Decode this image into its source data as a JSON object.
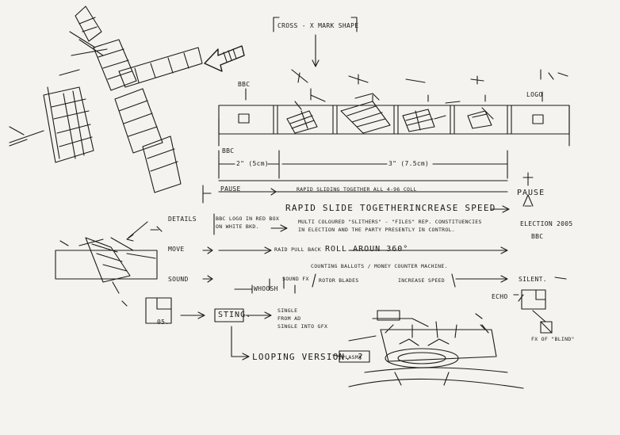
{
  "top_note": "CROSS - X MARK SHAPE",
  "bbc_label": "BBC",
  "logo_label": "LOGO",
  "dim_left": "2\" (5cm)",
  "dim_right": "3\" (7.5cm)",
  "rows": {
    "pause_left": "PAUSE",
    "rapid_sliding": "RAPID SLIDING TOGETHER ALL 4-96 COLL",
    "rapid_slide_together": "RAPID SLIDE TOGETHER",
    "increase_speed": "INCREASE SPEED",
    "pause_right": "PAUSE",
    "details_label": "DETAILS",
    "details_text_1": "BBC LOGO IN RED BOX",
    "details_text_2": "ON WHITE BKD.",
    "slithers_1": "MULTI COLOURED \"SLITHERS\" - \"FILES\" REP. CONSTITUENCIES",
    "slithers_2": "IN ELECTION AND THE PARTY PRESENTLY IN CONTROL.",
    "election": "ELECTION 2005",
    "bbc_small": "BBC",
    "move_label": "MOVE",
    "rapid_pull_back": "RAID PULL BACK",
    "roll_around": "ROLL AROUN 360°",
    "counting": "COUNTING BALLOTS / MONEY COUNTER MACHINE.",
    "sound_label": "SOUND",
    "sound_fx": "SOUND FX",
    "rotor_blades": "ROTOR BLADES",
    "increase_speed_small": "INCREASE SPEED",
    "silent": "SILENT.",
    "whoosh": "WHOOSH",
    "echo": "ECHO",
    "sting": "STING.",
    "single_1": "SINGLE",
    "single_2": "FROM AD",
    "single_3": "SINGLE INTO GFX",
    "looping": "LOOPING VERSION. ?",
    "plasma": "PLASMA",
    "frame_05": "05.",
    "fx_blind": "FX OF \"BLIND\""
  }
}
